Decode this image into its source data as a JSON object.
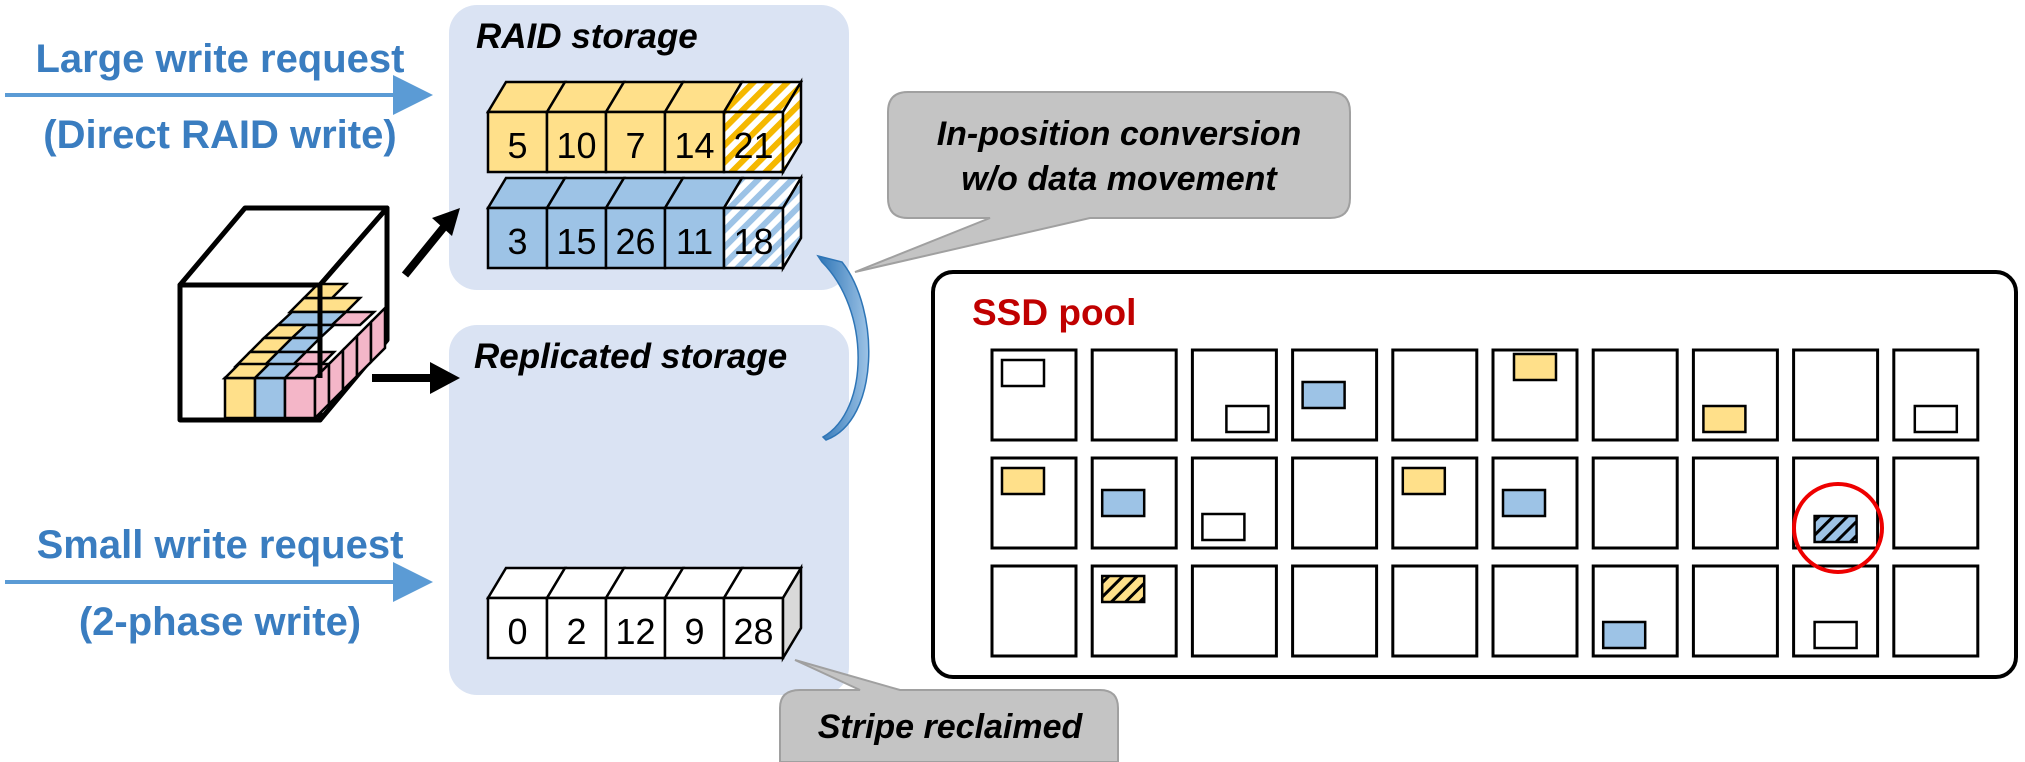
{
  "labels": {
    "large_write": "Large write request",
    "large_write_sub": "(Direct RAID write)",
    "small_write": "Small write request",
    "small_write_sub": "(2-phase write)",
    "raid_storage": "RAID storage",
    "replicated_storage": "Replicated storage"
  },
  "callouts": {
    "conversion_line1": "In-position conversion",
    "conversion_line2": "w/o data movement",
    "reclaimed": "Stripe reclaimed"
  },
  "ssd_pool": {
    "title": "SSD pool",
    "rows": 3,
    "cols": 10
  },
  "stripes": [
    {
      "name": "yellow-stripe",
      "color": "#ffe08a",
      "cells": [
        "5",
        "10",
        "7",
        "14",
        "21"
      ],
      "parity": "yellow-hatch"
    },
    {
      "name": "blue-stripe",
      "color": "#9dc3e6",
      "cells": [
        "3",
        "15",
        "26",
        "11",
        "18"
      ],
      "parity": "blue-hatch"
    },
    {
      "name": "white-stripe",
      "color": "#ffffff",
      "cells": [
        "0",
        "2",
        "12",
        "9",
        "28"
      ],
      "parity": "none"
    }
  ],
  "colors": {
    "label_blue": "#3a7dc0",
    "panel_bg": "#dae3f3",
    "yellow": "#ffe08a",
    "blue": "#9dc3e6",
    "pink": "#f4b6c8",
    "callout_bg": "#c4c4c4",
    "pool_title": "#c00000",
    "highlight_circle": "#ee0000"
  }
}
